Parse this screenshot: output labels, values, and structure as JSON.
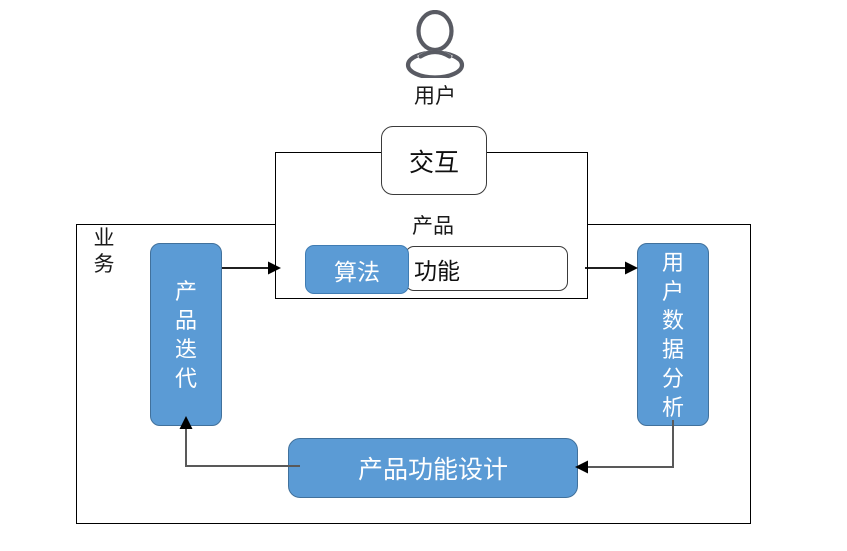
{
  "diagram": {
    "title_absent": true,
    "actor": {
      "icon": "user-person-icon",
      "label": "用户"
    },
    "product_frame": {
      "label": "产品",
      "interaction": "交互",
      "function": "功能",
      "algorithm": "算法"
    },
    "business_frame": {
      "label": "业务"
    },
    "nodes": {
      "product_iteration": "产品迭代",
      "user_data_analysis": "用户数据分析",
      "feature_design": "产品功能设计"
    },
    "connectors": [
      {
        "name": "iteration-to-product",
        "from": "产品迭代",
        "to": "产品",
        "direction": "right"
      },
      {
        "name": "product-to-analysis",
        "from": "产品",
        "to": "用户数据分析",
        "direction": "right"
      },
      {
        "name": "analysis-to-design",
        "from": "用户数据分析",
        "to": "产品功能设计",
        "direction": "down-left"
      },
      {
        "name": "design-to-iteration",
        "from": "产品功能设计",
        "to": "产品迭代",
        "direction": "left-up"
      }
    ],
    "colors": {
      "accent_blue": "#5b9bd5",
      "blue_border": "#41719c",
      "stroke_black": "#000000",
      "stroke_gray": "#595959",
      "text_dark": "#1a1a1a",
      "text_light": "#ffffff",
      "background": "#ffffff"
    }
  }
}
